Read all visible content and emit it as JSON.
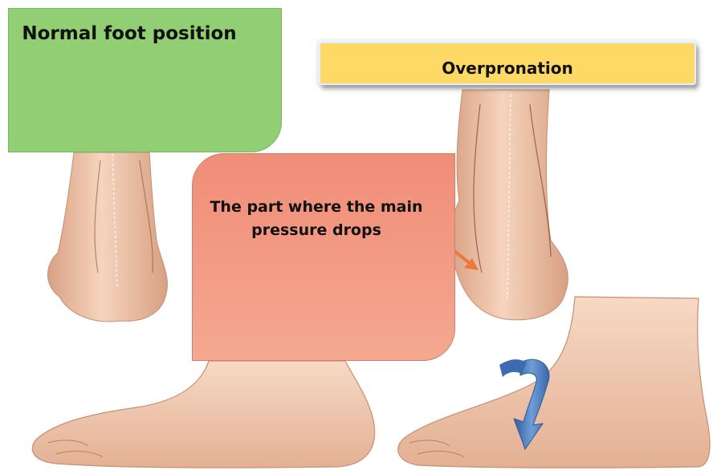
{
  "labels": {
    "normal": "Normal foot position",
    "overpronation": "Overpronation",
    "pressure": "The part where the main pressure drops"
  },
  "colors": {
    "normal_box": "#92cf74",
    "overpronation_box": "#ffd966",
    "pressure_box": "#f39b84",
    "skin": "#efc6ab",
    "skin_shadow": "#d9a184",
    "arrow_orange": "#e97a3a",
    "rotation_arrow": "#4f7fc0"
  },
  "icons": [
    "heel-normal-illustration",
    "heel-overpronated-illustration",
    "foot-side-normal-illustration",
    "foot-side-flat-illustration",
    "rotation-arrow-icon"
  ]
}
